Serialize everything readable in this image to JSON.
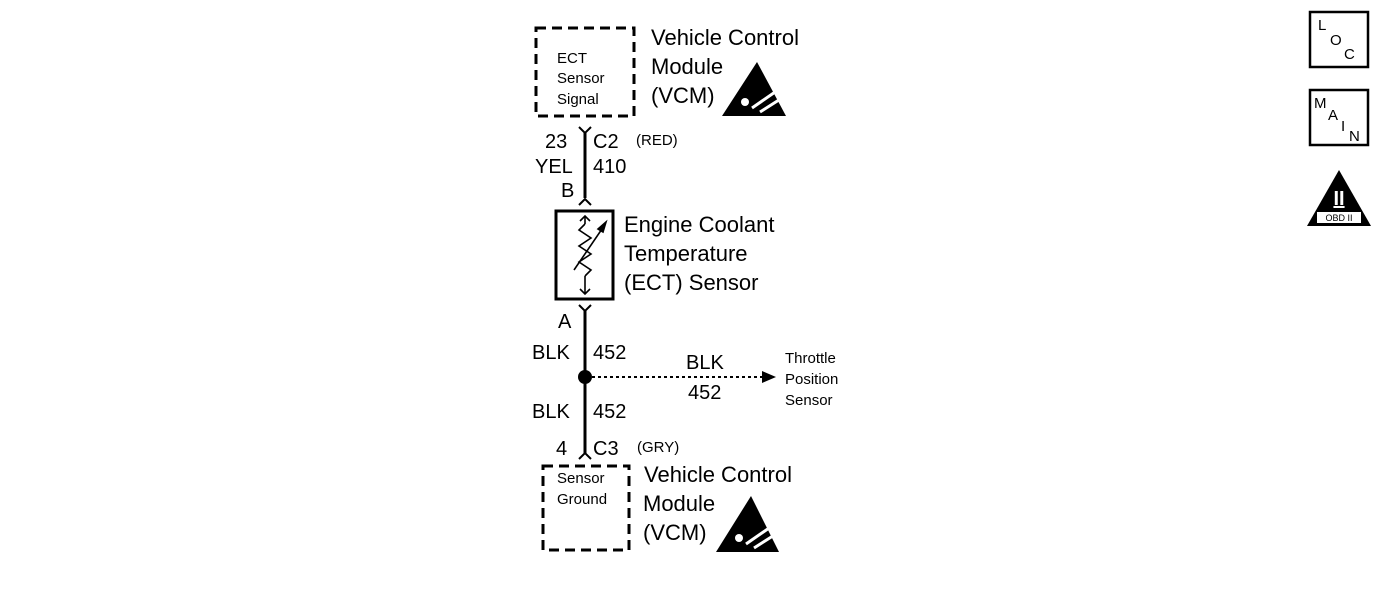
{
  "top_module": {
    "box_lines": [
      "ECT",
      "Sensor",
      "Signal"
    ],
    "title_lines": [
      "Vehicle Control",
      "Module",
      "(VCM)"
    ]
  },
  "top_connector": {
    "pin": "23",
    "connector": "C2",
    "connector_color": "(RED)",
    "wire_color": "YEL",
    "circuit": "410",
    "terminal": "B"
  },
  "sensor": {
    "title_lines": [
      "Engine Coolant",
      "Temperature",
      "(ECT) Sensor"
    ]
  },
  "bottom_wire": {
    "terminal": "A",
    "upper_color": "BLK",
    "upper_circuit": "452",
    "branch_color": "BLK",
    "branch_circuit": "452",
    "branch_target_lines": [
      "Throttle",
      "Position",
      "Sensor"
    ],
    "lower_color": "BLK",
    "lower_circuit": "452"
  },
  "bottom_connector": {
    "pin": "4",
    "connector": "C3",
    "connector_color": "(GRY)"
  },
  "bottom_module": {
    "box_lines": [
      "Sensor",
      "Ground"
    ],
    "title_lines": [
      "Vehicle Control",
      "Module",
      "(VCM)"
    ]
  },
  "nav": {
    "loc": [
      "L",
      "O",
      "C"
    ],
    "main": [
      "M",
      "A",
      "I",
      "N"
    ],
    "obd": {
      "roman": "II",
      "label": "OBD II"
    }
  }
}
